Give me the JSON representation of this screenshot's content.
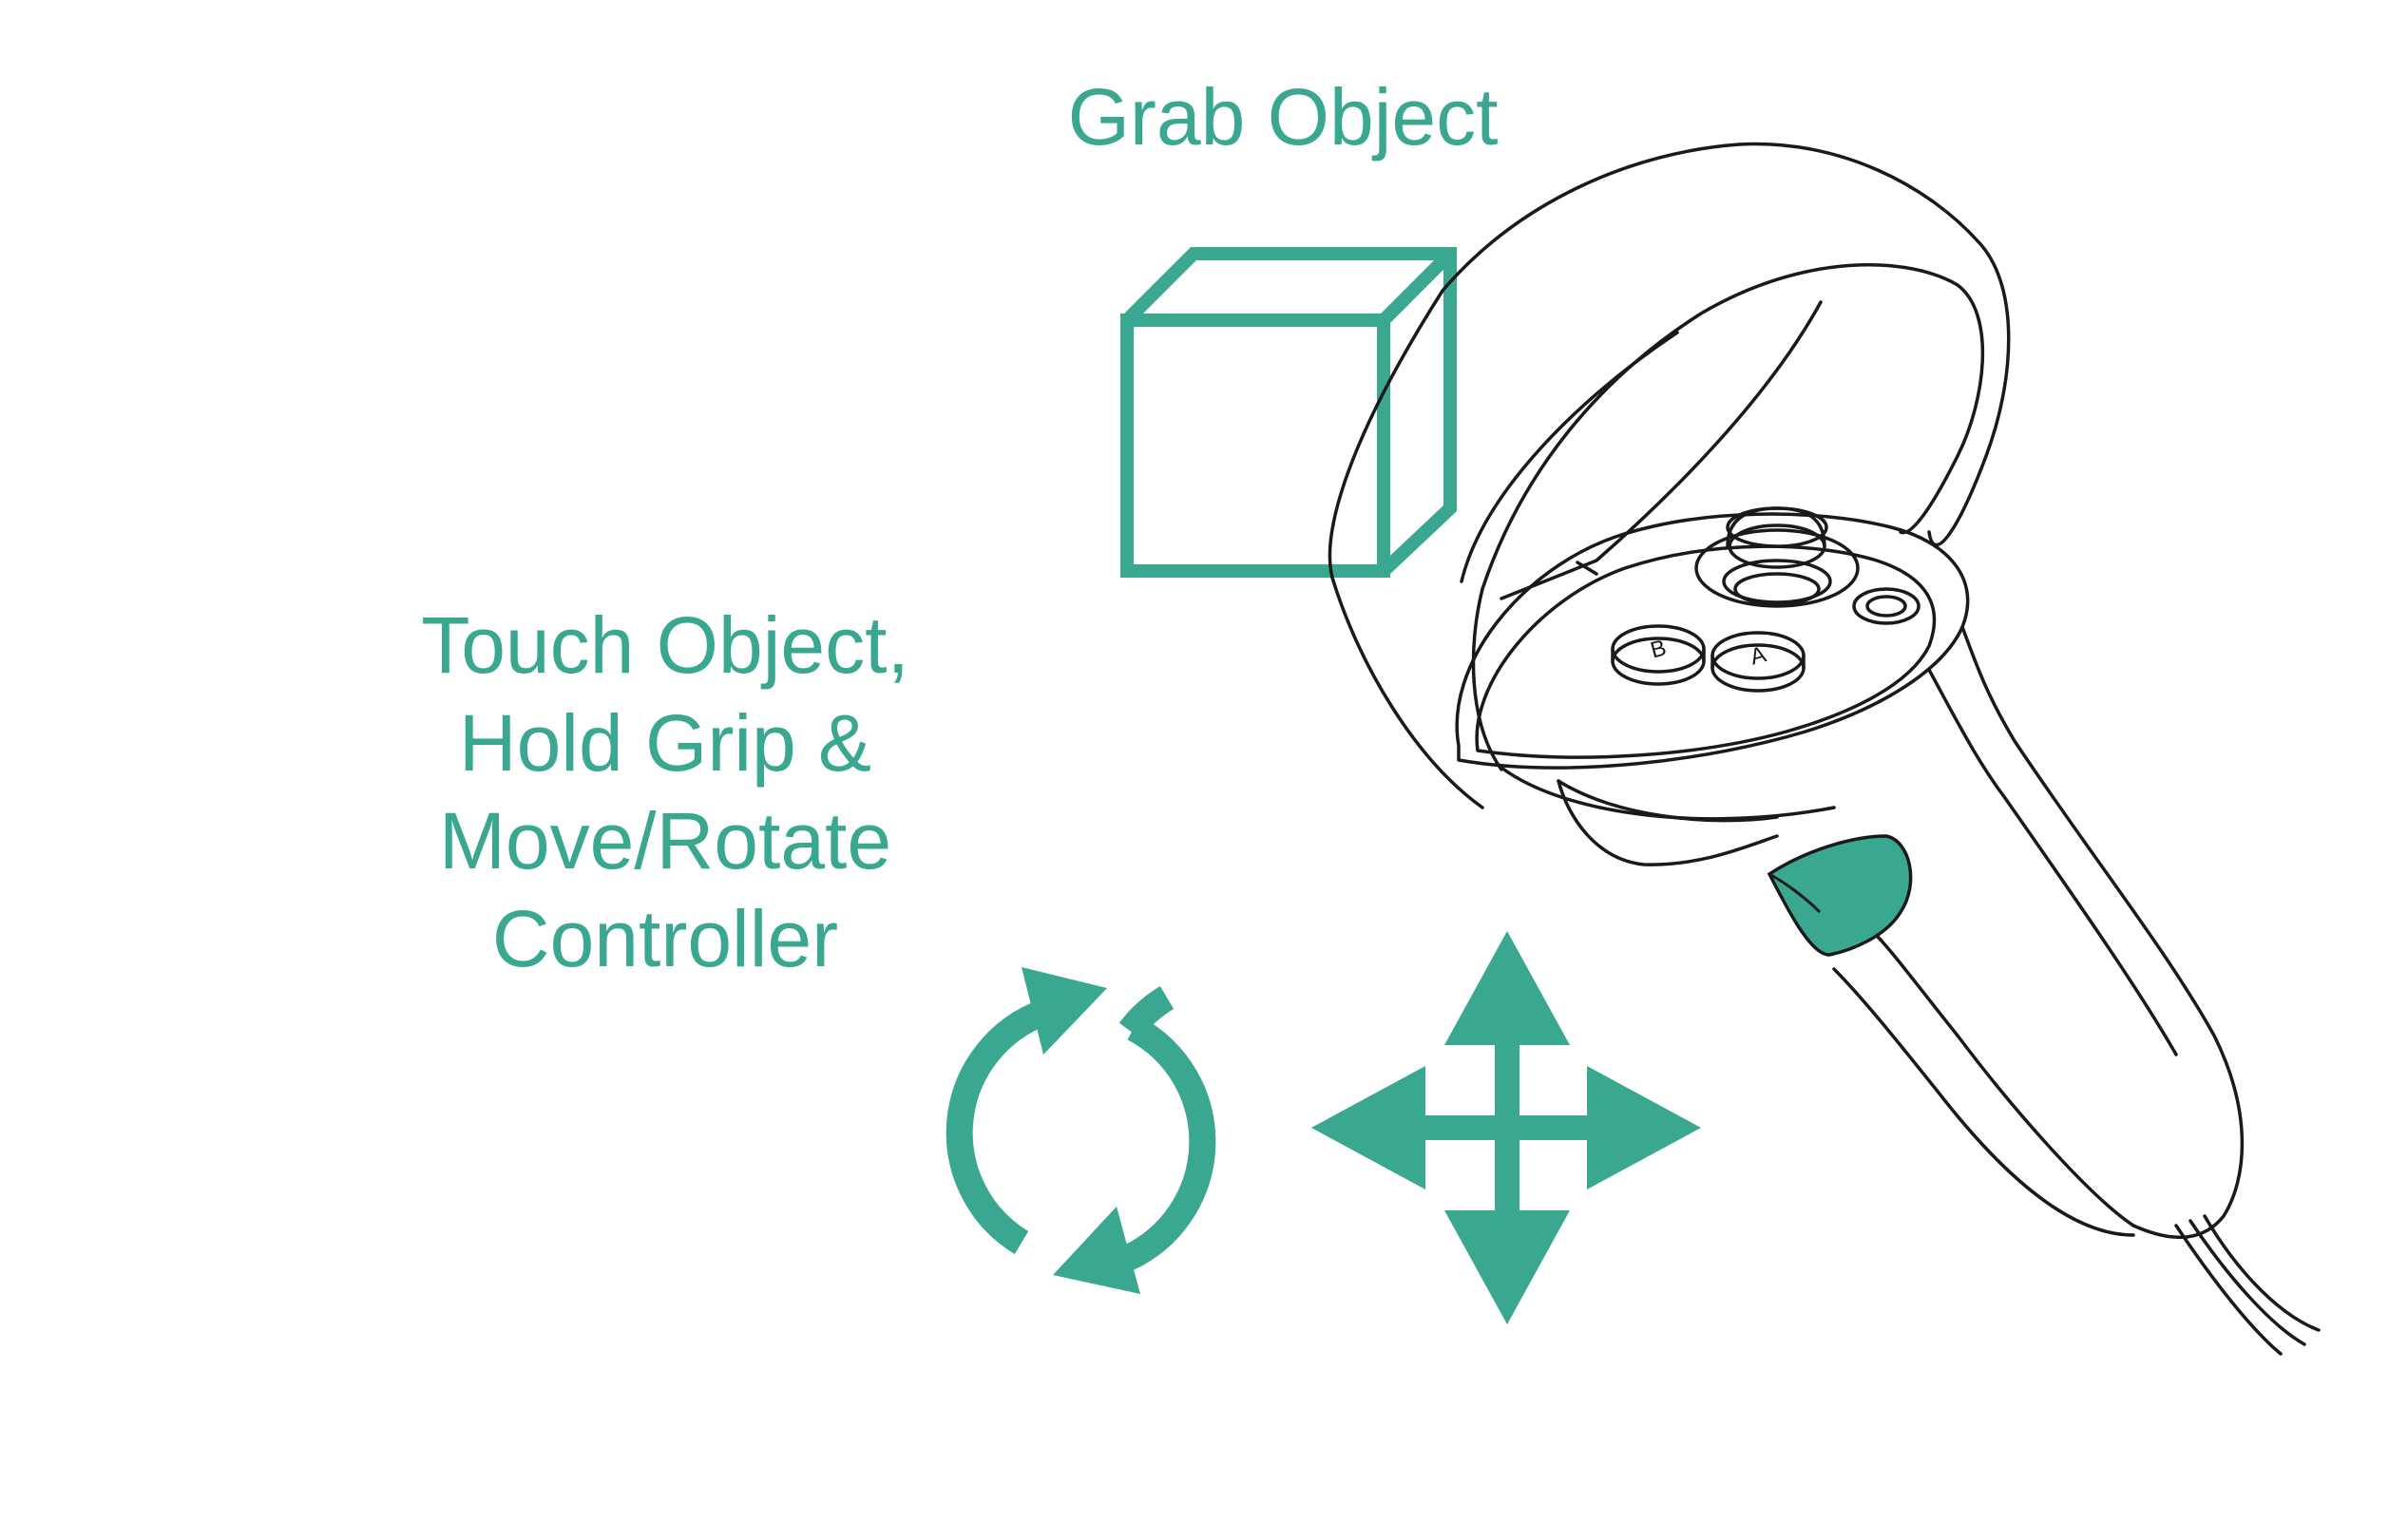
{
  "labels": {
    "grab_title": "Grab Object",
    "instruction_lines": [
      "Touch Object,",
      "Hold Grip &",
      "Move/Rotate",
      "Controller"
    ]
  },
  "controller_buttons": {
    "a": "A",
    "b": "B"
  },
  "icons": {
    "cube": "cube-icon",
    "rotate": "rotate-icon",
    "move": "move-icon",
    "controller": "vr-controller-icon"
  },
  "colors": {
    "accent": "#3aa891",
    "outline": "#1a1a1a",
    "background": "#ffffff"
  }
}
